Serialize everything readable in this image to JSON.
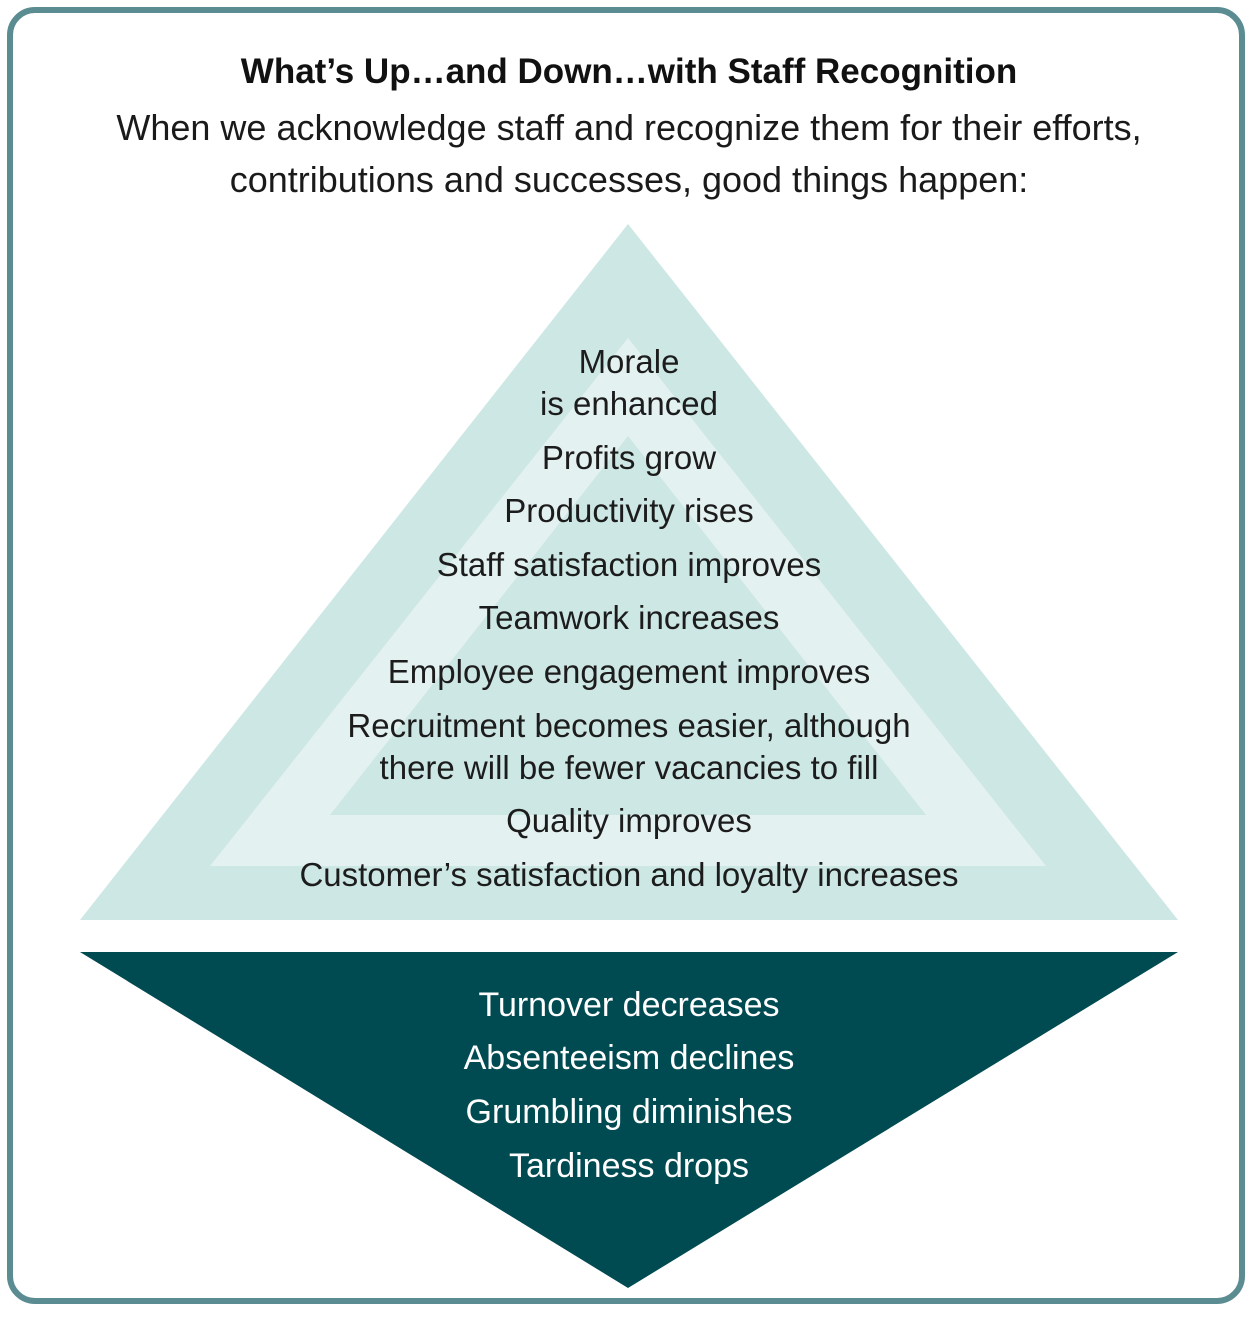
{
  "title": "What’s Up…and Down…with Staff Recognition",
  "intro": "When we acknowledge staff and recognize them for their efforts, contributions and successes, good things happen:",
  "up_items": [
    "Morale",
    "is enhanced",
    "Profits grow",
    "Productivity rises",
    "Staff satisfaction improves",
    "Teamwork increases",
    "Employee engagement improves",
    "Recruitment becomes easier, although",
    "there will be fewer vacancies to fill",
    "Quality improves",
    "Customer’s satisfaction and loyalty increases"
  ],
  "down_items": [
    "Turnover decreases",
    "Absenteeism declines",
    "Grumbling diminishes",
    "Tardiness drops"
  ],
  "colors": {
    "frame": "#5a8c92",
    "triangle_outer": "#cde7e4",
    "triangle_inner": "#e3f1f0",
    "down_triangle": "#004a52"
  }
}
